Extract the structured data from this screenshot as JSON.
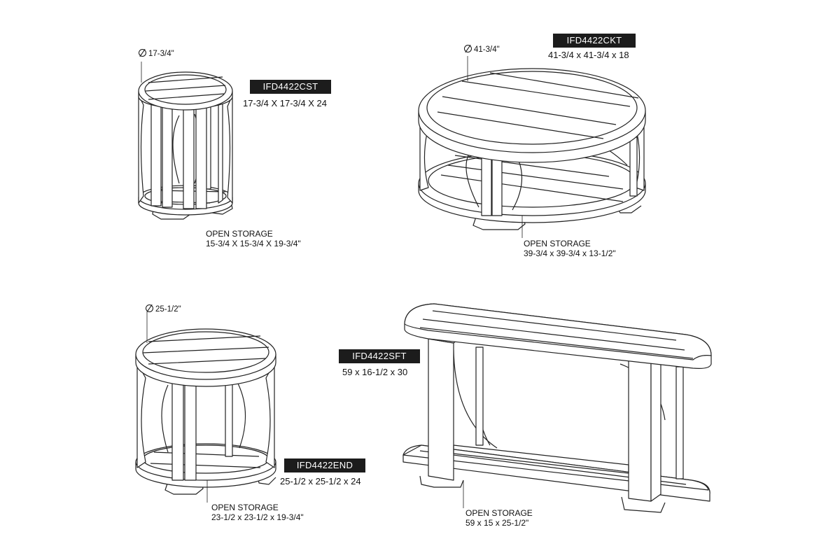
{
  "products": [
    {
      "id": "cst",
      "model": "IFD4422CST",
      "dimensions": "17-3/4 X 17-3/4 X 24",
      "diameter": "17-3/4\"",
      "storage_title": "OPEN STORAGE",
      "storage_dims": "15-3/4 X 15-3/4 X 19-3/4\""
    },
    {
      "id": "ckt",
      "model": "IFD4422CKT",
      "dimensions": "41-3/4 x 41-3/4 x 18",
      "diameter": "41-3/4\"",
      "storage_title": "OPEN STORAGE",
      "storage_dims": "39-3/4 x 39-3/4 x 13-1/2\""
    },
    {
      "id": "end",
      "model": "IFD4422END",
      "dimensions": "25-1/2 x 25-1/2 x 24",
      "diameter": "25-1/2\"",
      "storage_title": "OPEN STORAGE",
      "storage_dims": "23-1/2 x 23-1/2 x 19-3/4\""
    },
    {
      "id": "sft",
      "model": "IFD4422SFT",
      "dimensions": "59 x 16-1/2 x 30",
      "storage_title": "OPEN STORAGE",
      "storage_dims": "59 x 15 x 25-1/2\""
    }
  ],
  "colors": {
    "line": "#222222",
    "label_bg": "#1c1c1c",
    "label_text": "#ffffff"
  }
}
